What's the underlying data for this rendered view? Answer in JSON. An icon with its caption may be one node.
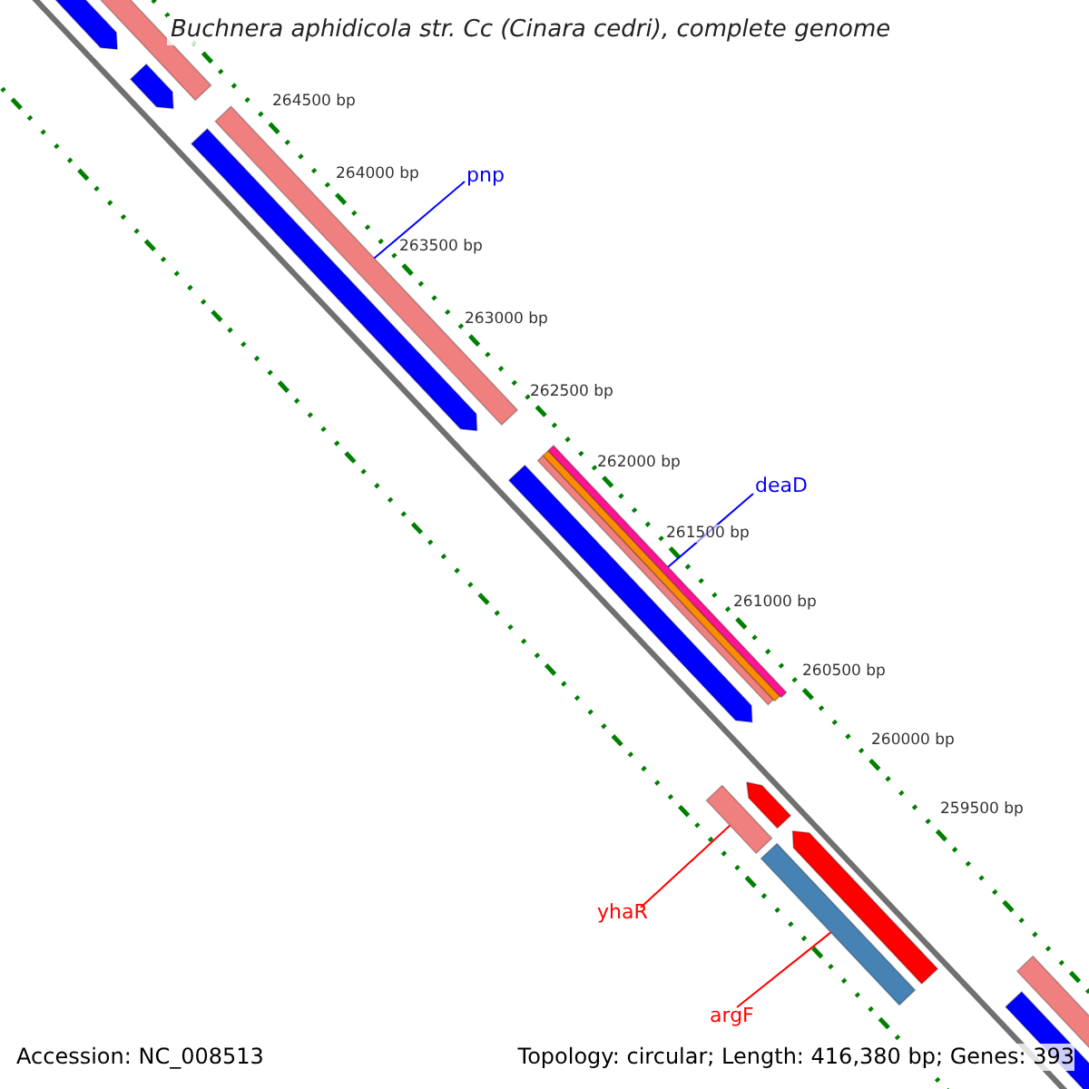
{
  "diagram": {
    "title": "Buchnera aphidicola str. Cc (Cinara cedri), complete genome",
    "nodes": [
      {
        "text": [
          "pnp"
        ]
      },
      {
        "text": [],
        "shape": "bar"
      },
      {
        "text": [
          "deaD"
        ]
      },
      {
        "text": [],
        "shape": "bar"
      },
      {
        "text": [
          "yhaR"
        ]
      },
      {
        "text": [],
        "shape": "bar"
      },
      {
        "text": [
          "argF"
        ]
      },
      {
        "text": [],
        "shape": "bar"
      }
    ],
    "edges": [
      {
        "from": 0,
        "to": 1,
        "arrow": "none",
        "color": "#0000ff"
      },
      {
        "from": 2,
        "to": 3,
        "arrow": "none",
        "color": "#0000ff"
      },
      {
        "from": 4,
        "to": 5,
        "arrow": "none",
        "color": "#ff0000"
      },
      {
        "from": 6,
        "to": 7,
        "arrow": "none",
        "color": "#ff0000"
      }
    ],
    "labels": [
      "264500 bp",
      "264000 bp",
      "263500 bp",
      "263000 bp",
      "262500 bp",
      "262000 bp",
      "261500 bp",
      "261000 bp",
      "260500 bp",
      "260000 bp",
      "259500 bp",
      "Accession: NC_008513",
      "Topology: circular; Length: 416,380 bp; Genes: 393"
    ]
  }
}
